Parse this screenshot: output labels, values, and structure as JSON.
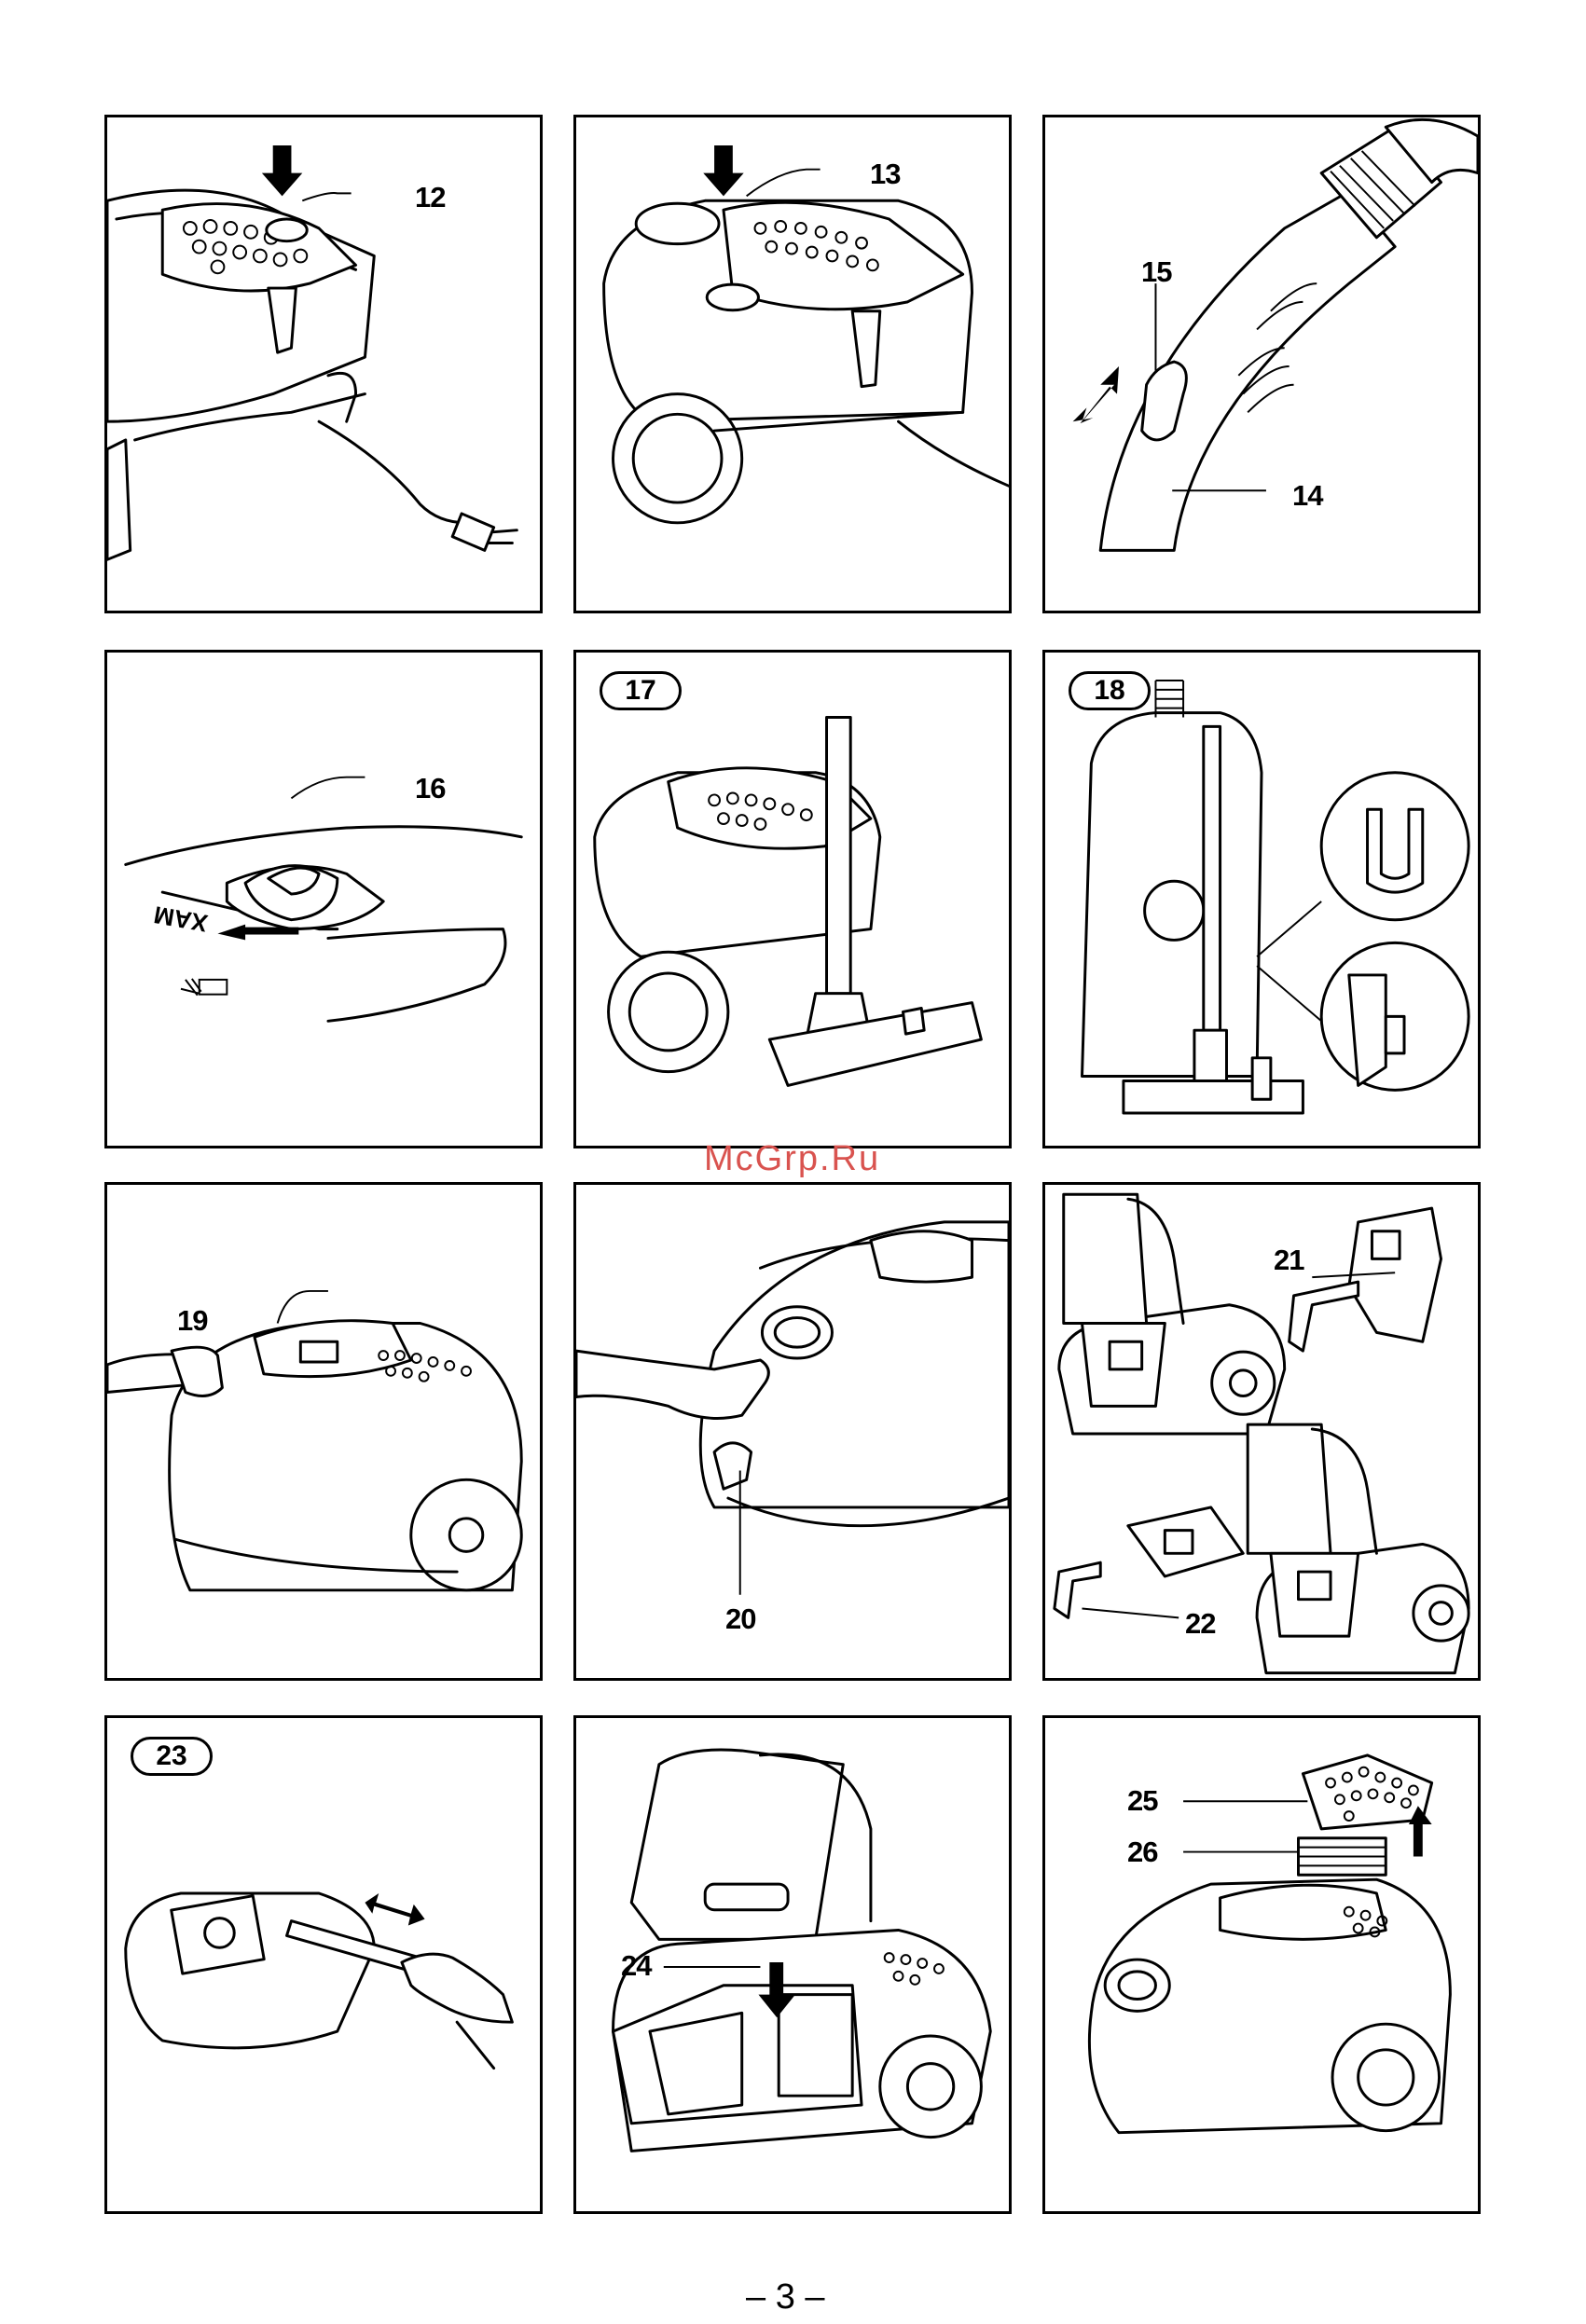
{
  "watermark": "McGrp.Ru",
  "page_number": "– 3 –",
  "figures": [
    {
      "id": "fig-12",
      "labels": [
        "12"
      ]
    },
    {
      "id": "fig-13",
      "labels": [
        "13"
      ]
    },
    {
      "id": "fig-14-15",
      "labels": [
        "15",
        "14"
      ]
    },
    {
      "id": "fig-16",
      "labels": [
        "16"
      ],
      "bag_text": "MAX"
    },
    {
      "id": "fig-17",
      "badge": "17"
    },
    {
      "id": "fig-18",
      "badge": "18"
    },
    {
      "id": "fig-19",
      "labels": [
        "19"
      ]
    },
    {
      "id": "fig-20",
      "labels": [
        "20"
      ]
    },
    {
      "id": "fig-21-22",
      "labels": [
        "21",
        "22"
      ]
    },
    {
      "id": "fig-23",
      "badge": "23"
    },
    {
      "id": "fig-24",
      "labels": [
        "24"
      ]
    },
    {
      "id": "fig-25-26",
      "labels": [
        "25",
        "26"
      ]
    }
  ]
}
